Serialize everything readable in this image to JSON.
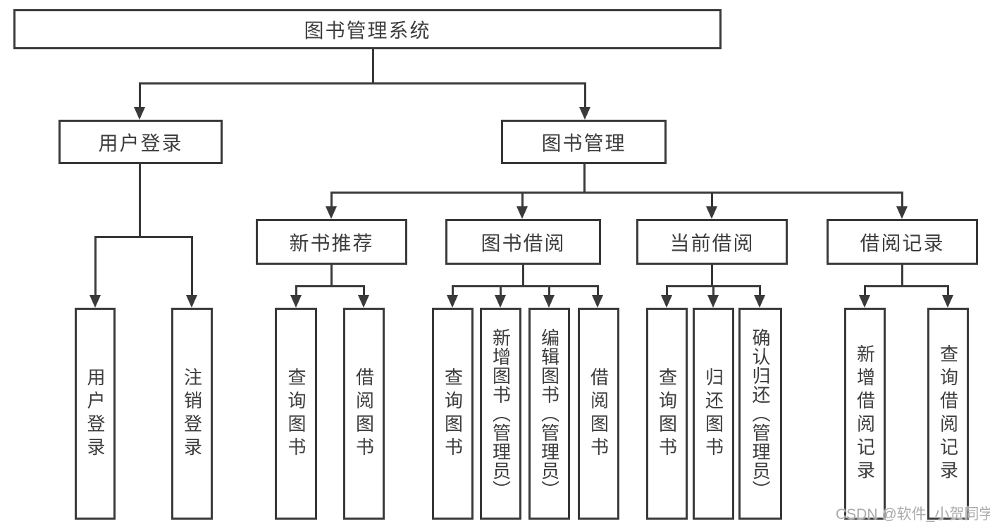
{
  "diagram": {
    "root": "图书管理系统",
    "branches": [
      {
        "label": "用户登录",
        "children": [
          "用户登录",
          "注销登录"
        ]
      },
      {
        "label": "图书管理",
        "children": [
          {
            "label": "新书推荐",
            "children": [
              "查询图书",
              "借阅图书"
            ]
          },
          {
            "label": "图书借阅",
            "children": [
              "查询图书",
              "新增图书（管理员）",
              "编辑图书（管理员）",
              "借阅图书"
            ]
          },
          {
            "label": "当前借阅",
            "children": [
              "查询图书",
              "归还图书",
              "确认归还（管理员）"
            ]
          },
          {
            "label": "借阅记录",
            "children": [
              "新增借阅记录",
              "查询借阅记录"
            ]
          }
        ]
      }
    ]
  },
  "watermark": "CSDN @软件_小贺同学",
  "colors": {
    "line": "#3a3a3a",
    "text": "#3d3d3d",
    "background": "#ffffff",
    "watermark": "#aaaaaa"
  }
}
